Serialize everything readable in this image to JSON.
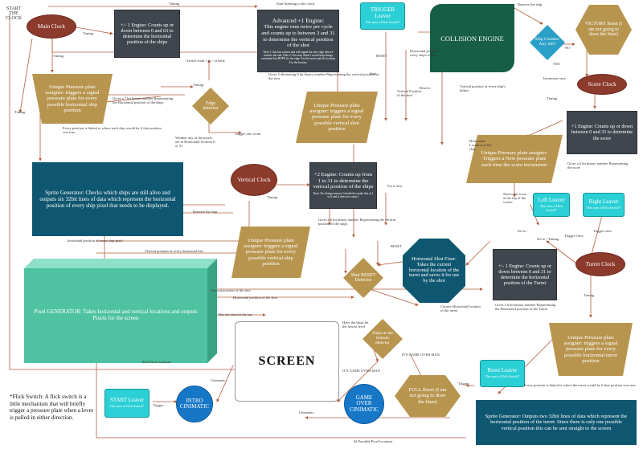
{
  "nodes": {
    "start_clock": "START\nTHE\nCLOCK",
    "main_clock": "Main Clock",
    "engine_horizontal": "+/- 1 Engine: Counts up or down between 0 and 63 to determine the horizontal position of the ships",
    "advanced_engine_title": "Advanced +1 Engine:",
    "advanced_engine_body": "This engine runs twice per cycle and counts up to between 3 and 31 to determine the vertical position of the shot",
    "advanced_engine_note": "Note 1: this has a timer and will signal the shot edge when it reaches the end. Note 2: You may think I would keep things consistent but HOPE fix the edge 0 in the turret and the location 0 in the bottom.",
    "trigger_leaver": "TRIGGER Leaver",
    "trigger_leaver_sub": "This uses a Flick Switch*",
    "collision_engine": "COLLISION ENGINE",
    "ship_counter": "Ship Counter: Any left?",
    "victory_reset": "VICTORY Reset (I am not going to draw the lines)",
    "score_clock": "Score Clock",
    "engine_score": "+1 Engine: Counts up or down between 0 and 31 to determine the score",
    "pp_horizontal_ship": "Unique Pressure plate assigner: triggers a signal pressure plate for every possible horizontal ship position",
    "edge_detector": "Edge detector",
    "pp_vertical_shot": "Unique Pressure plate assigner: triggers a signal pressure plate for every possible vertical shot position",
    "pp_score": "Unique Pressure plate assigner: Triggers a New pressure plate each time the score increments",
    "sprite_generator_ships": "Sprite Generator: Checks which ships are still alive and outputs six 32bit lines of data which represent the horizontal position of every ship pixel that needs to be displayed.",
    "vertical_clock": "Vertical Clock",
    "engine_vertical": "+2 Engine: Counts up from 1 to 31 to determine the vertical position of the ships",
    "engine_vertical_note": "Note: For design reasons I decided to make this at 1 so 0 and it does not count 1",
    "left_leaver": "Left Leaver",
    "left_leaver_sub": "This uses a Flick Switch*",
    "right_leaver": "Right Leaver",
    "right_leaver_sub": "This uses a Flick Switch*",
    "pp_vertical_ship": "Unique Pressure plate assigner: triggers a signal pressure plate for every possible vertical ship position",
    "shot_reset": "Shot RESET Detector",
    "horizontal_shot_fixer": "Horizontal Shot Fixer: Takes the current horizontal location of the turret and saves it for use by the shot",
    "engine_turret": "+/- 1 Engine: Counts up or down between 0 and 31 to determine the horizontal position of the Turret",
    "turret_clock": "Turret Clock",
    "pixel_generator": "Pixel GENERATOR: Takes horizontal and vertical locations and outputs Pixels for the screen",
    "screen": "SCREEN",
    "ships_bottom": "Ships at the bottom detector",
    "pp_turret": "Unique Pressure plate assigner: triggers a signal pressure plate for every possible horizontal turret position",
    "reset_leaver": "Reset Leaver",
    "reset_leaver_sub": "This uses a Flick Switch*",
    "full_reset": "FULL Reset (I am not going to draw the lines)",
    "game_over": "GAME OVER CINIMATIC",
    "start_leaver": "START Leaver",
    "start_leaver_sub": "This uses a Flick Switch*",
    "intro_cinimatic": "INTRO CINIMATIC",
    "sprite_generator_turret": "Sprite Generator: Outputs two 32bit lines of data which represent the horizontal position of the turret. Since there is only one possible vertical position this can be sent straight to the screen"
  },
  "footnote": "*Flick Switch: A flick switch is a little mechanism that will briefly trigger a pressure plate when a lever is pulled in either direction.",
  "labels": {
    "timing": "Timing",
    "timing2": "Timing",
    "timing3": "Timing",
    "timing4": "Timing",
    "timing5": "Timing",
    "timing6": "Timing",
    "timing7": "Timing",
    "timing8": "Timing",
    "timing9": "Timing",
    "start_listening": "Start listening to the clock",
    "remove_ship": "Remove the ship",
    "no": "NO",
    "yes": "YES",
    "switch_dir": "Switch from + to - or back",
    "gives7": "Gives a 7 bit binary number Representing the Horizontal position of the ships",
    "gives5": "Gives 5 alternating 6 bit binary number Representing the vertical position of the shot",
    "reset": "RESET",
    "start": "Start",
    "horiz_pos_hitbox": "Horizontal position of every ship's hitbox",
    "vert_pos_shot": "Vertical Position of the shot",
    "reset_it": "Reset it",
    "vert_pos_hitbox": "Vertical position of every ship's hitbox",
    "increment_once": "Increment once",
    "every_pos_ship": "Every position is linked to where each ship would be if that position was true.",
    "weather": "Weather any of the pixels are in Horizontal location 0 or 31",
    "trigger_one": "Trigger one count",
    "horiz_loc_shot": "Horizontal Location of the shot",
    "gives6_score": "Gives a 6 bit binary number Representing the score",
    "remove_ship2": "Remove the ship",
    "fix_it_now": "Fix it now",
    "shows_score": "Shows the score at the top of the screen",
    "gives6_ships": "Gives a 6 bit binary number Representing the vertical position of the ships",
    "set_minus": "Set to -",
    "set_plus": "Set to +",
    "trigger_once": "Trigger Once",
    "trigger_once2": "Trigger once",
    "reset2": "RESET",
    "horiz_every_ship_pixel": "horizontal position of every ship pixel",
    "vert_every_horiz": "Vertical position of every horizontal line",
    "vert_pos_shot2": "Vertical position of the shot",
    "horiz_pos_shot2": "Horizontal position of the shot",
    "shot_hit_top": "Has the shot hit the top",
    "current_horiz_turret": "Current Horizontal location of the turret",
    "gives6_turret": "Gives a 6 bit binary number Representing the Horizontal position of the Turret",
    "ships_hit_bottom": "Have the ships hit the lowest level",
    "pixel_locations": "1024 Pixel locations",
    "its_game_over": "IT'S GAME OVER MAN",
    "its_game_over2": "IT'S GAME OVER MAN",
    "cinematic": "Cinematic",
    "cinematic2": "Cinematic",
    "trigger": "Trigger",
    "trigger2": "Trigger",
    "every_pos_turret": "Every position is linked to where the turret would be if that position was true.",
    "possible_pixel": "64 Possible Pixel locations"
  },
  "colors": {
    "dark_box": "#3f464e",
    "gold": "#b8954f",
    "red_ellipse": "#8b3a2c",
    "blue_box": "#0f5770",
    "teal": "#2bd0d6",
    "collision": "#165e45",
    "victory": "#b8954f",
    "pixel_gen": "#4fc3a1",
    "arrow": "#b25c3c"
  }
}
